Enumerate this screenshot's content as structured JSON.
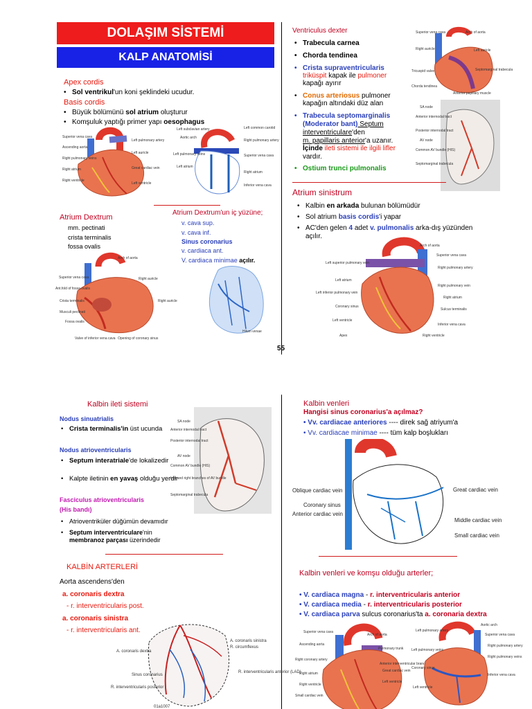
{
  "page1": {
    "title": "DOLAŞIM SİSTEMİ",
    "subtitle": "KALP ANATOMİSİ",
    "apex": {
      "heading": "Apex cordis",
      "item_bold": "Sol ventrikul",
      "item_rest": "'un koni şeklindeki ucudur."
    },
    "basis": {
      "heading": "Basis cordis",
      "item1_a": "Büyük bölümünü ",
      "item1_b": "sol atrium",
      "item1_c": " oluşturur",
      "item2_a": "Komşuluk yaptığı primer yapı ",
      "item2_b": "oesophagus"
    },
    "atrium_dextrum": {
      "heading": "Atrium Dextrum",
      "items": [
        "mm. pectinati",
        "crista terminalis",
        "fossa ovalis"
      ]
    },
    "atrium_ic": {
      "heading": "Atrium Dextrum'un iç yüzüne;",
      "v1": "v. cava sup.",
      "v2": "v. cava inf.",
      "v3": "Sinus coronarius",
      "v4": "v. cardiaca ant.",
      "v5": "V. cardiaca minimae",
      "v5_end": " açılır."
    },
    "ventriculus": {
      "heading": "Ventriculus dexter",
      "i1": "Trabecula carnea",
      "i2": "Chorda tendinea",
      "i3_a": "Crista supraventricularis",
      "i3_b": "triküspit",
      "i3_c": " kapak ile ",
      "i3_d": "pulmoner",
      "i3_e": "kapağı ayırır",
      "i4_a": "Conus arteriosus",
      "i4_b": " pulmoner",
      "i4_c": "kapağın altındaki düz alan",
      "i5_a": "Trabecula septomarginalis",
      "i5_b": "(Moderator bant)",
      "i5_c": " Septum",
      "i5_d": "interventriculare",
      "i5_e": "'den",
      "i5_f": "m. papillaris anterior",
      "i5_g": "'a uzanır.",
      "i5_h": "İçinde",
      "i5_i": " ileti sistemi ile ilgili lifler",
      "i5_j": "vardır.",
      "i6": "Ostium trunci pulmonalis"
    },
    "atrium_sinistrum": {
      "heading": "Atrium sinistrum",
      "b1_a": "Kalbin ",
      "b1_b": "en arkada",
      "b1_c": " bulunan bölümüdür",
      "b2_a": "Sol atrium ",
      "b2_b": "basis cordis",
      "b2_c": "'i yapar",
      "b3_a": "AC'den gelen ",
      "b3_b": "4",
      "b3_c": " adet ",
      "b3_d": "v. pulmonalis",
      "b3_e": " arka-dış yüzünden",
      "b3_f": "açılır."
    },
    "page_number": "55"
  },
  "page2": {
    "ileti": {
      "heading": "Kalbin ileti sistemi",
      "n1": "Nodus sinuatrialis",
      "n1_a": "Crista terminalis'in",
      "n1_b": " üst ucunda",
      "n2": "Nodus atrioventricularis",
      "n2_a": "Septum interatriale",
      "n2_b": "'de lokalizedir",
      "n2_c": "Kalpte iletinin ",
      "n2_d": "en yavaş",
      "n2_e": " olduğu yerdir",
      "f1": "Fasciculus atrioventricularis",
      "f2": "(His bandı)",
      "f_i1": "Atrioventriküler düğümün devamıdır",
      "f_i2_a": "Septum interventriculare",
      "f_i2_b": "'nin",
      "f_i2_c": "membranoz parçası",
      "f_i2_d": " üzerindedir"
    },
    "arterler": {
      "heading": "KALBİN ARTERLERİ",
      "intro": "Aorta ascendens'den",
      "a1": "a. coronaris dextra",
      "a1_sub": "- r. interventricularis post.",
      "a2": "a. coronaris sinistra",
      "a2_sub": "- r. interventricularis ant."
    },
    "venler": {
      "heading": "Kalbin venleri",
      "question": "Hangisi sinus coronarius'a açılmaz?",
      "v1_a": "• Vv. cardiacae anteriores",
      "v1_b": " ---- direk sağ atriyum'a",
      "v2_a": "• Vv. cardiacae minimae",
      "v2_b": " ---- tüm kalp boşlukları",
      "labels": [
        "Oblique cardiac vein",
        "Coronary sinus",
        "Anterior cardiac vein",
        "Great cardiac vein",
        "Middle cardiac vein",
        "Small cardiac vein"
      ]
    },
    "komsu": {
      "heading": "Kalbin venleri ve komşu olduğu arterler;",
      "r1_a": "• V. cardiaca magna",
      "r1_b": " - ",
      "r1_c": "r. interventricularis anterior",
      "r2_a": "• V. cardiaca media",
      "r2_b": " - ",
      "r2_c": "r. interventricularis posterior",
      "r3_a": "• V. cardiaca parva",
      "r3_b": " sulcus coronarius'ta ",
      "r3_c": "a. coronaria dextra"
    },
    "artery_labels": [
      "A. coronaris sinistra",
      "R. circumflexus",
      "A. coronaris dextra",
      "Sinus coronarius",
      "R. interventricularis posterior",
      "R. interventricularis anterior (LAD)",
      "01a1007"
    ]
  },
  "colors": {
    "banner_red": "#ee1c1c",
    "banner_blue": "#1822e6",
    "heading_red": "#e8190f",
    "blue_text": "#2a3fb8"
  }
}
